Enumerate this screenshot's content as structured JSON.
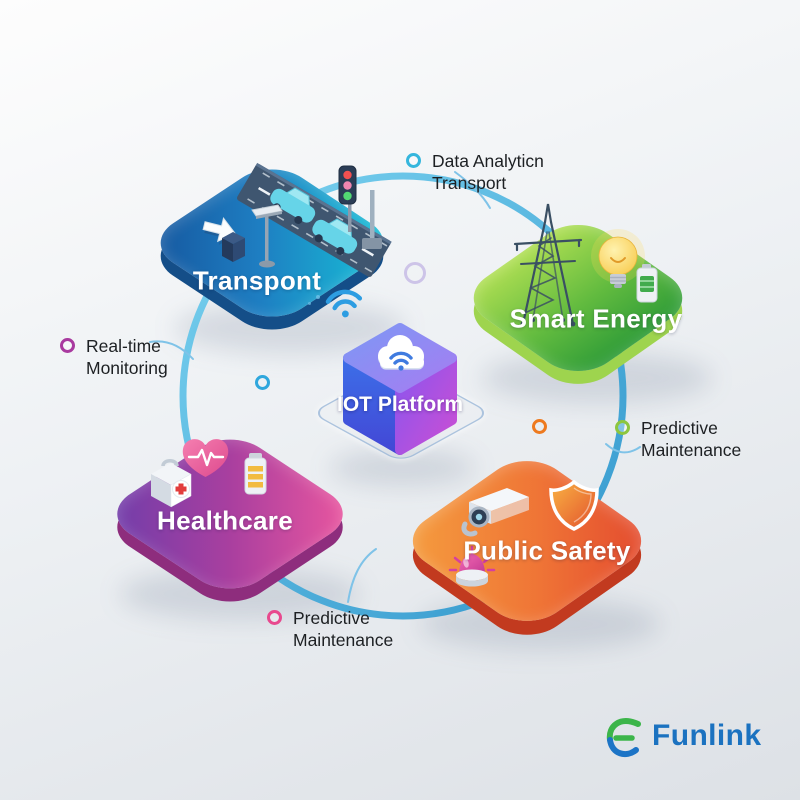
{
  "diagram": {
    "title_implicit": "IoT platform application areas",
    "center": {
      "label": "IOT Platform",
      "icon": "cloud-wifi-icon",
      "face_colors": {
        "left": "#3c6ce8",
        "right": "#c94fd4",
        "top": "#7e97f4"
      }
    },
    "tiles": [
      {
        "label": "Transpont",
        "color_from": "#15549c",
        "color_to": "#17c7d9",
        "icons": [
          "arrow-icon",
          "road-cars-icon",
          "traffic-light-icon",
          "sign-post-icon"
        ]
      },
      {
        "label": "Smart Energy",
        "color_from": "#aede52",
        "color_to": "#2f9c38",
        "icons": [
          "transmission-tower-icon",
          "lightbulb-icon",
          "battery-icon"
        ]
      },
      {
        "label": "Healthcare",
        "color_from": "#6b3dab",
        "color_to": "#f0599f",
        "icons": [
          "heart-ecg-icon",
          "first-aid-kit-icon",
          "pill-canister-icon"
        ]
      },
      {
        "label": "Public Safety",
        "color_from": "#f5a03f",
        "color_to": "#e2462e",
        "icons": [
          "cctv-camera-icon",
          "shield-icon",
          "siren-icon"
        ]
      }
    ],
    "callouts": [
      {
        "position": "top",
        "line1": "Data Analyticn",
        "line2": "Transport",
        "bullet_color": "#35b6dd"
      },
      {
        "position": "left",
        "line1": "Real-time",
        "line2": "Monitoring",
        "bullet_color": "#a93a9f"
      },
      {
        "position": "right",
        "line1": "Predictive",
        "line2": "Maintenance",
        "bullet_color": "#8dc63f"
      },
      {
        "position": "bottom",
        "line1": "Predictive",
        "line2": "Maintenance",
        "bullet_color": "#e8498e"
      }
    ],
    "ring_color": "#45b4e2"
  },
  "logo": {
    "text": "Funlink",
    "text_color": "#1b72c0",
    "mark_colors": [
      "#3cb54a",
      "#1c74c6"
    ]
  }
}
